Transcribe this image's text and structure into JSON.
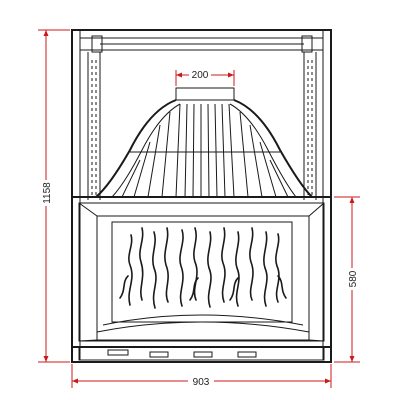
{
  "dimensions": {
    "overall_height": "1158",
    "overall_width": "903",
    "flue_outlet_width": "200",
    "door_height": "580"
  },
  "colors": {
    "dimension_line": "#cc1a1a",
    "outline": "#1a1a1a",
    "background": "#ffffff"
  }
}
